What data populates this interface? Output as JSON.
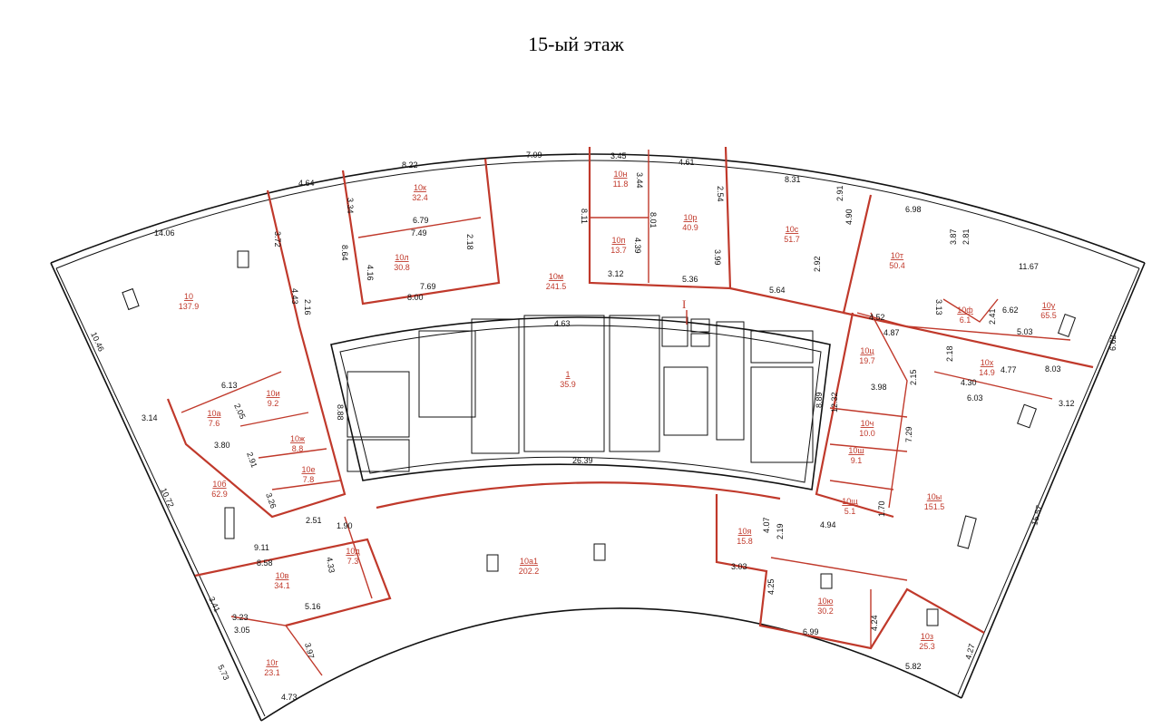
{
  "title": "15-ый этаж",
  "colors": {
    "walls": "#111111",
    "partitions": "#c0392b",
    "labels": "#c0392b"
  },
  "section_mark": "I",
  "rooms": [
    {
      "id": "10",
      "area": "137.9"
    },
    {
      "id": "10к",
      "area": "32.4"
    },
    {
      "id": "10л",
      "area": "30.8"
    },
    {
      "id": "10м",
      "area": "241.5"
    },
    {
      "id": "10н",
      "area": "11.8"
    },
    {
      "id": "10п",
      "area": "13.7"
    },
    {
      "id": "10р",
      "area": "40.9"
    },
    {
      "id": "10с",
      "area": "51.7"
    },
    {
      "id": "10т",
      "area": "50.4"
    },
    {
      "id": "10у",
      "area": "65.5"
    },
    {
      "id": "10ф",
      "area": "6.1"
    },
    {
      "id": "10ц",
      "area": "19.7"
    },
    {
      "id": "10х",
      "area": "14.9"
    },
    {
      "id": "10ч",
      "area": "10.0"
    },
    {
      "id": "10ш",
      "area": "9.1"
    },
    {
      "id": "10щ",
      "area": "5.1"
    },
    {
      "id": "10ы",
      "area": "151.5"
    },
    {
      "id": "10я",
      "area": "15.8"
    },
    {
      "id": "10ю",
      "area": "30.2"
    },
    {
      "id": "10з",
      "area": "25.3"
    },
    {
      "id": "10а1",
      "area": "202.2"
    },
    {
      "id": "10д",
      "area": "7.3"
    },
    {
      "id": "10в",
      "area": "34.1"
    },
    {
      "id": "10г",
      "area": "23.1"
    },
    {
      "id": "10б",
      "area": "62.9"
    },
    {
      "id": "10а",
      "area": "7.6"
    },
    {
      "id": "10и",
      "area": "9.2"
    },
    {
      "id": "10ж",
      "area": "8.8"
    },
    {
      "id": "10е",
      "area": "7.8"
    },
    {
      "id": "1",
      "area": "35.9"
    }
  ],
  "dimensions": [
    "7.09",
    "8.22",
    "4.64",
    "14.06",
    "3.72",
    "3.34",
    "8.64",
    "6.79",
    "7.49",
    "2.18",
    "4.16",
    "7.69",
    "8.00",
    "3.45",
    "3.44",
    "8.11",
    "4.39",
    "3.12",
    "4.61",
    "8.01",
    "2.54",
    "5.36",
    "8.31",
    "3.99",
    "5.64",
    "2.91",
    "4.90",
    "2.92",
    "6.98",
    "3.87",
    "2.81",
    "11.67",
    "6.62",
    "5.03",
    "3.13",
    "2.41",
    "4.52",
    "4.87",
    "2.18",
    "4.77",
    "8.03",
    "4.30",
    "6.03",
    "3.12",
    "6.62",
    "2.15",
    "3.98",
    "12.32",
    "7.29",
    "8.89",
    "1.70",
    "4.94",
    "15.57",
    "4.63",
    "26.39",
    "8.88",
    "10.46",
    "4.43",
    "2.16",
    "6.13",
    "2.05",
    "3.14",
    "3.80",
    "2.91",
    "10.72",
    "3.26",
    "2.51",
    "1.90",
    "9.11",
    "8.58",
    "4.33",
    "5.16",
    "3.41",
    "3.23",
    "3.05",
    "3.97",
    "5.73",
    "4.73",
    "4.07",
    "2.19",
    "3.03",
    "4.25",
    "6.99",
    "4.24",
    "5.82",
    "4.27"
  ]
}
